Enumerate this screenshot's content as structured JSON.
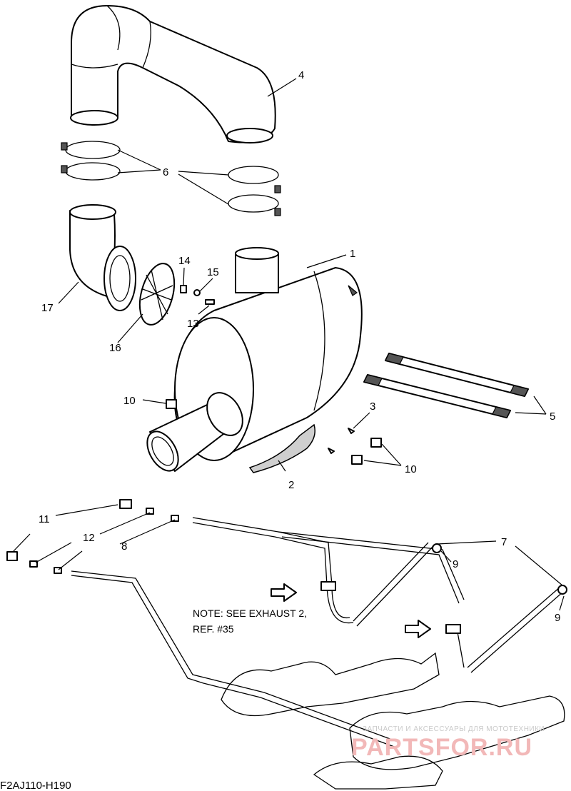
{
  "callouts": {
    "c1": "1",
    "c2": "2",
    "c3": "3",
    "c4": "4",
    "c5": "5",
    "c6": "6",
    "c7": "7",
    "c8": "8",
    "c9a": "9",
    "c9b": "9",
    "c10a": "10",
    "c10b": "10",
    "c11": "11",
    "c12": "12",
    "c13": "13",
    "c14": "14",
    "c15": "15",
    "c16": "16",
    "c17": "17"
  },
  "note": {
    "line1": "NOTE: SEE EXHAUST 2,",
    "line2": "REF. #35"
  },
  "drawing_code": "F2AJ110-H190",
  "watermark": {
    "line1": "ЗАПЧАСТИ И АКСЕССУАРЫ ДЛЯ МОТОТЕХНИКИ",
    "line2": "PARTSFOR.RU"
  }
}
